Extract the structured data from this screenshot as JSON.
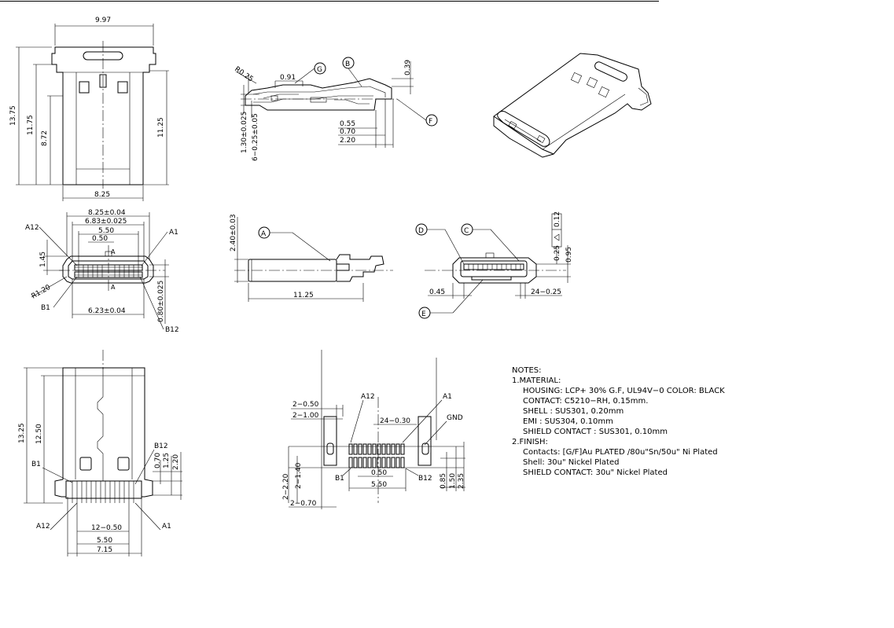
{
  "dims": {
    "top_width": "9.97",
    "top_h1": "13.75",
    "top_h2": "11.75",
    "top_h3": "8.72",
    "top_h4": "11.25",
    "top_bottom_width": "8.25",
    "side_r": "R0.25",
    "side_091": "0.91",
    "side_039": "0.39",
    "side_130": "1.30±0.025",
    "side_6x025": "6−0.25±0.05",
    "side_055": "0.55",
    "side_070": "0.70",
    "side_220": "2.20",
    "front_825": "8.25±0.04",
    "front_683": "6.83±0.025",
    "front_550": "5.50",
    "front_050": "0.50",
    "front_145": "1.45",
    "front_r120": "R1.20",
    "front_623": "6.23±0.04",
    "front_080": "0.80±0.025",
    "front_pin_a12": "A12",
    "front_pin_a1": "A1",
    "front_pin_b1": "B1",
    "front_pin_b12": "B12",
    "front_center_a": "A",
    "mid_240": "2.40±0.03",
    "mid_1125": "11.25",
    "mid2_012": "0.12",
    "mid2_025": "0.25",
    "mid2_095": "0.95",
    "mid2_045": "0.45",
    "mid2_24x025": "24−0.25",
    "bot_1325": "13.25",
    "bot_1250": "12.50",
    "bot_070": "0.70",
    "bot_125": "1.25",
    "bot_220": "2.20",
    "bot_12x050": "12−0.50",
    "bot_550": "5.50",
    "bot_715": "7.15",
    "bot_pin_b12": "B12",
    "bot_pin_b1": "B1",
    "bot_pin_a12": "A12",
    "bot_pin_a1": "A1",
    "fp_2x050": "2−0.50",
    "fp_2x100": "2−1.00",
    "fp_a12": "A12",
    "fp_a1": "A1",
    "fp_24x030": "24−0.30",
    "fp_gnd": "GND",
    "fp_b1": "B1",
    "fp_050": "0.50",
    "fp_b12": "B12",
    "fp_550": "5.50",
    "fp_2x220": "2−2.20",
    "fp_2x140": "2−1.40",
    "fp_2x070": "2−0.70",
    "fp_085": "0.85",
    "fp_150": "1.50",
    "fp_235": "2.35"
  },
  "callouts": {
    "A": "A",
    "B": "B",
    "C": "C",
    "D": "D",
    "E": "E",
    "F": "F",
    "G": "G"
  },
  "notes": {
    "title": "NOTES:",
    "material": "1.MATERIAL:",
    "housing": "HOUSING: LCP+ 30% G.F, UL94V−0 COLOR: BLACK",
    "contact": "CONTACT: C5210−RH, 0.15mm.",
    "shell": "SHELL : SUS301, 0.20mm",
    "emi": "EMI : SUS304, 0.10mm",
    "shield": "SHIELD CONTACT : SUS301, 0.10mm",
    "finish": "2.FINISH:",
    "f_contacts": "Contacts: [G/F]Au PLATED /80u\"Sn/50u\" Ni Plated",
    "f_shell": "Shell: 30u\" Nickel Plated",
    "f_shield": "SHIELD CONTACT: 30u\" Nickel Plated"
  }
}
